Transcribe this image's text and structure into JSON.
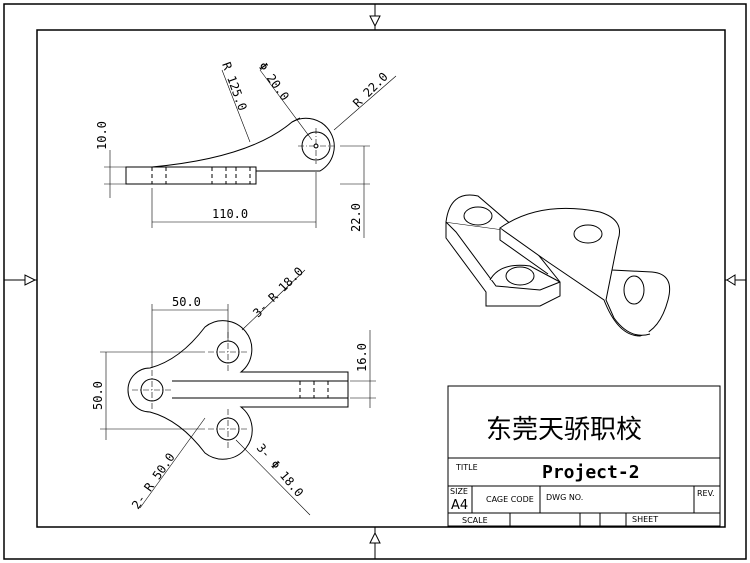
{
  "dimensions": {
    "radius_125": "R 125.0",
    "dia_20": "Φ 20.0",
    "radius_22": "R 22.0",
    "height_10": "10.0",
    "length_110": "110.0",
    "depth_22": "22.0",
    "width_50_top": "50.0",
    "radius_18_x3": "3- R 18.0",
    "height_16": "16.0",
    "height_50_left": "50.0",
    "radius_50_x2": "2- R 50.0",
    "dia_18_x3": "3- Φ 18.0"
  },
  "title_block": {
    "company": "东莞天骄职校",
    "title_label": "TITLE",
    "title_value": "Project-2",
    "size_label": "SIZE",
    "size_value": "A4",
    "cage_code_label": "CAGE CODE",
    "dwg_no_label": "DWG NO.",
    "rev_label": "REV.",
    "scale_label": "SCALE",
    "sheet_label": "SHEET"
  }
}
